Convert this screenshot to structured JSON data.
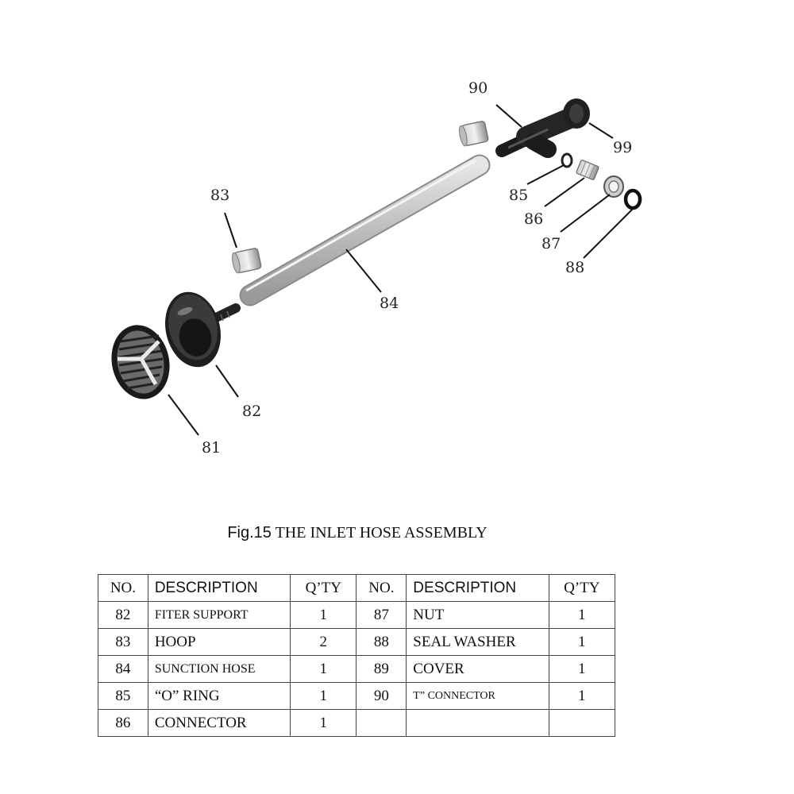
{
  "callouts": {
    "c81": "81",
    "c82": "82",
    "c83": "83",
    "c84": "84",
    "c85": "85",
    "c86": "86",
    "c87": "87",
    "c88": "88",
    "c90": "90",
    "c99": "99"
  },
  "caption": {
    "fig": "Fig.15",
    "text": " THE INLET HOSE ASSEMBLY"
  },
  "table": {
    "headers": {
      "no": "NO.",
      "description": "DESCRIPTION",
      "qty": "Q’TY"
    },
    "left": [
      {
        "no": "82",
        "description": "FITER SUPPORT",
        "qty": "1"
      },
      {
        "no": "83",
        "description": "HOOP",
        "qty": "2"
      },
      {
        "no": "84",
        "description": "SUNCTION HOSE",
        "qty": "1"
      },
      {
        "no": "85",
        "description": "“O” RING",
        "qty": "1"
      },
      {
        "no": "86",
        "description": "CONNECTOR",
        "qty": "1"
      }
    ],
    "right": [
      {
        "no": "87",
        "description": "NUT",
        "qty": "1"
      },
      {
        "no": "88",
        "description": "SEAL WASHER",
        "qty": "1"
      },
      {
        "no": "89",
        "description": "COVER",
        "qty": "1"
      },
      {
        "no": "90",
        "description": "T” CONNECTOR",
        "qty": "1"
      }
    ]
  }
}
